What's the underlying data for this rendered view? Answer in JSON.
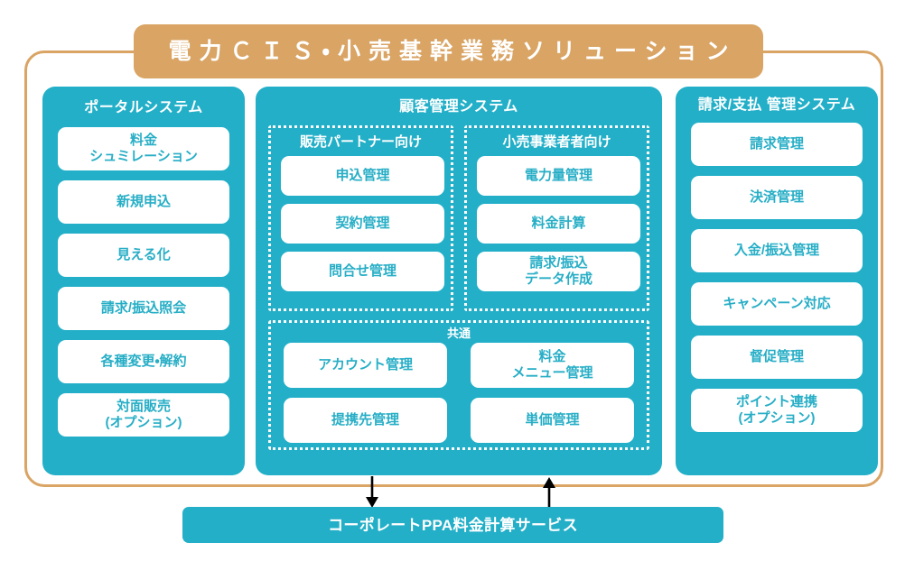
{
  "diagram": {
    "title": "電力ＣＩＳ・小売基幹業務ソリューション",
    "accent_teal": "#23AFC8",
    "accent_tan": "#D9A464",
    "card_text_color": "#27AEC6"
  },
  "portal": {
    "title": "ポータルシステム",
    "cards": [
      {
        "line1": "料金",
        "line2": "シュミレーション"
      },
      {
        "line1": "新規申込",
        "line2": ""
      },
      {
        "line1": "見える化",
        "line2": ""
      },
      {
        "line1": "請求/振込照会",
        "line2": ""
      },
      {
        "line1": "各種変更・解約",
        "line2": ""
      },
      {
        "line1": "対面販売",
        "line2": "(オプション)"
      }
    ]
  },
  "customer": {
    "title": "顧客管理システム",
    "partner_group": {
      "title": "販売パートナー向け",
      "cards": [
        {
          "line1": "申込管理",
          "line2": ""
        },
        {
          "line1": "契約管理",
          "line2": ""
        },
        {
          "line1": "問合せ管理",
          "line2": ""
        }
      ]
    },
    "retailer_group": {
      "title": "小売事業者者向け",
      "cards": [
        {
          "line1": "電力量管理",
          "line2": ""
        },
        {
          "line1": "料金計算",
          "line2": ""
        },
        {
          "line1": "請求/振込",
          "line2": "データ作成"
        }
      ]
    },
    "common_group": {
      "title": "共通",
      "cards": [
        {
          "line1": "アカウント管理",
          "line2": ""
        },
        {
          "line1": "料金",
          "line2": "メニュー管理"
        },
        {
          "line1": "提携先管理",
          "line2": ""
        },
        {
          "line1": "単価管理",
          "line2": ""
        }
      ]
    }
  },
  "billing": {
    "title_line1": "請求/支払",
    "title_line2": "管理システム",
    "cards": [
      {
        "line1": "請求管理",
        "line2": ""
      },
      {
        "line1": "決済管理",
        "line2": ""
      },
      {
        "line1": "入金/振込管理",
        "line2": ""
      },
      {
        "line1": "キャンペーン対応",
        "line2": ""
      },
      {
        "line1": "督促管理",
        "line2": ""
      },
      {
        "line1": "ポイント連携",
        "line2": "(オプション)"
      }
    ]
  },
  "bottom": {
    "label": "コーポレートPPA料金計算サービス",
    "arrow_down": "arrow-down-icon",
    "arrow_up": "arrow-up-icon"
  }
}
